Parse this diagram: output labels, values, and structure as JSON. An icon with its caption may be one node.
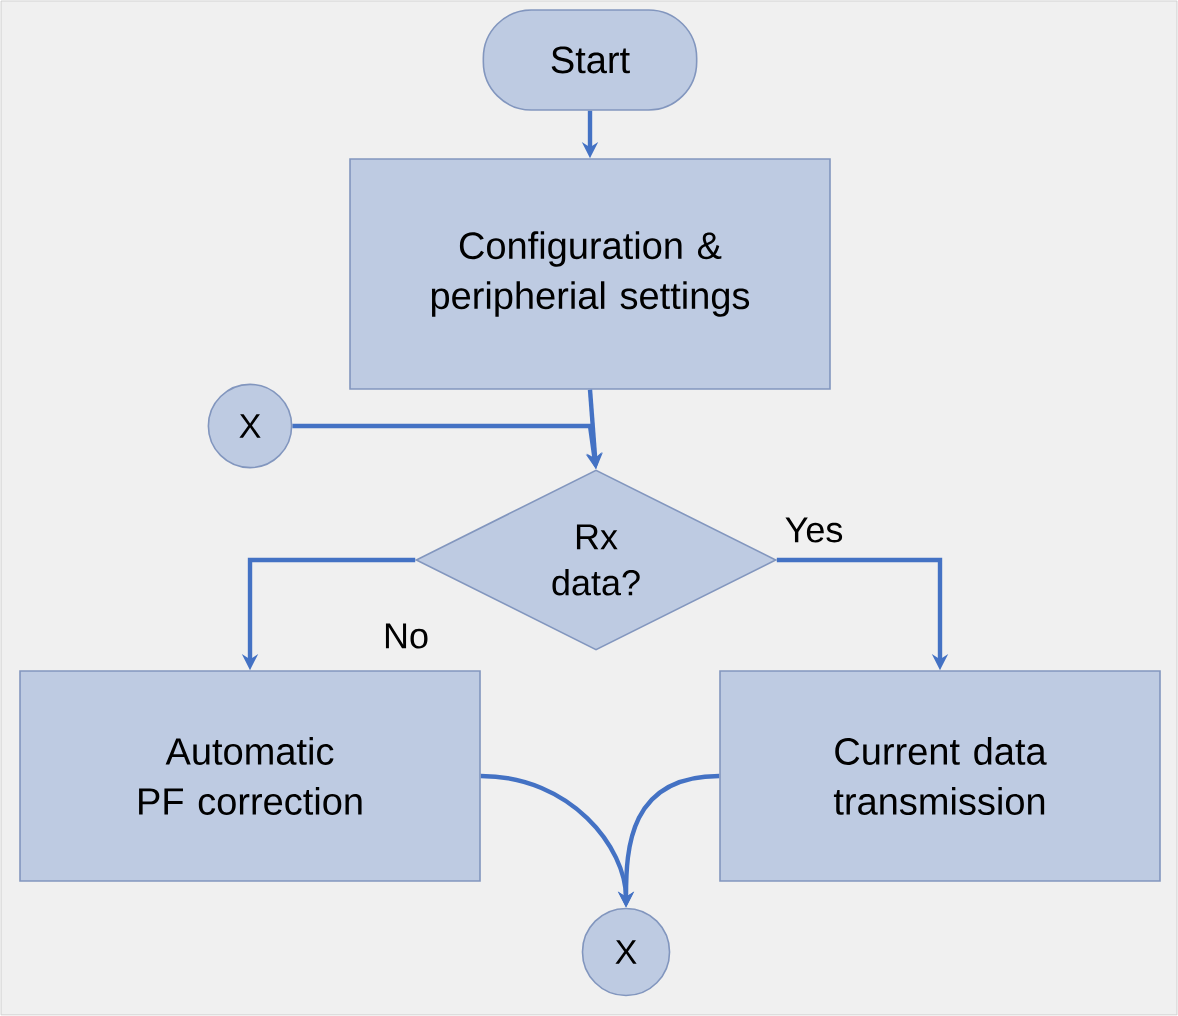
{
  "diagram": {
    "nodes": [
      {
        "text": [
          "Start"
        ]
      },
      {
        "text": [
          "Configuration & peripherial settings"
        ]
      },
      {
        "text": [
          "X"
        ]
      },
      {
        "text": [
          "Rx data?"
        ]
      },
      {
        "text": [
          "Automatic PF correction"
        ]
      },
      {
        "text": [
          "Current data transmission"
        ]
      },
      {
        "text": [
          "X"
        ]
      }
    ],
    "edges": [
      {
        "from": 0,
        "to": 1,
        "arrow": "to"
      },
      {
        "from": 1,
        "to": 3,
        "arrow": "to"
      },
      {
        "from": 2,
        "to": 3,
        "arrow": "to"
      },
      {
        "from": 3,
        "to": 4,
        "arrow": "to",
        "label": "No"
      },
      {
        "from": 3,
        "to": 5,
        "arrow": "to",
        "label": "Yes"
      },
      {
        "from": 4,
        "to": 6,
        "arrow": "to"
      },
      {
        "from": 5,
        "to": 6,
        "arrow": "to"
      }
    ]
  }
}
